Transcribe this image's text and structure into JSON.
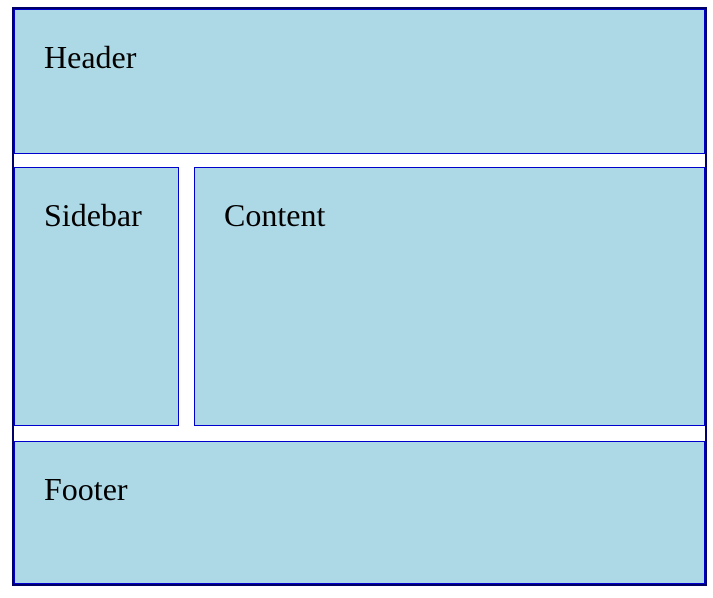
{
  "diagram": {
    "regions": {
      "header": "Header",
      "sidebar": "Sidebar",
      "content": "Content",
      "footer": "Footer"
    }
  },
  "colors": {
    "region_fill": "#add8e6",
    "region_border": "#0000cc",
    "frame_border": "#000066",
    "background": "#ffffff"
  }
}
